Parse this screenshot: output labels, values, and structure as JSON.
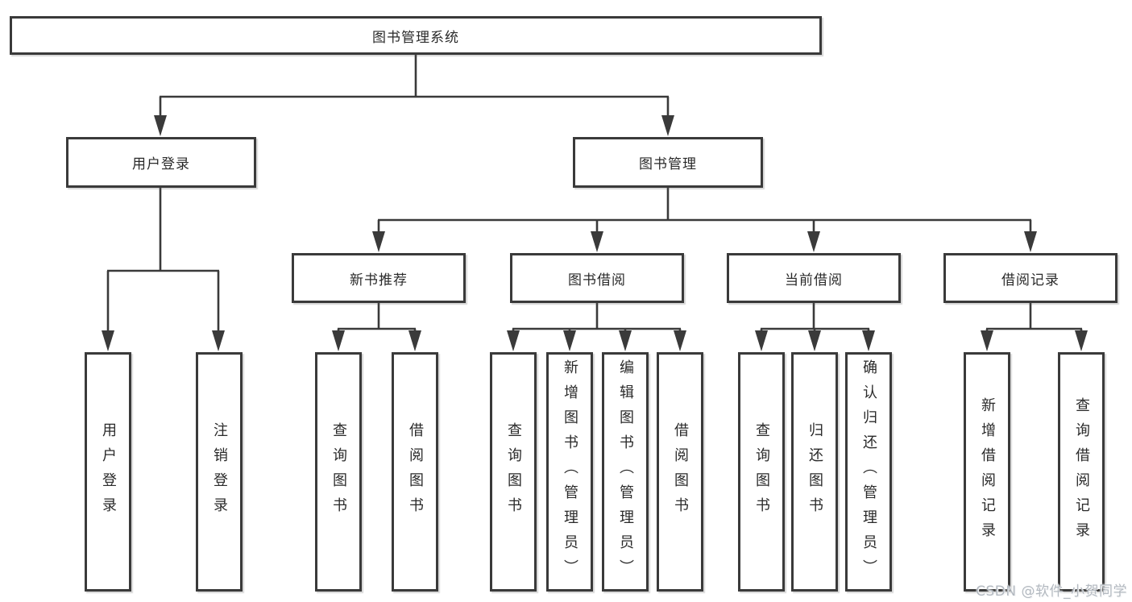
{
  "colors": {
    "background": "#ffffff",
    "line": "#3a3a3a",
    "box_border": "#3a3a3a",
    "text": "#2a2a2a",
    "watermark": "#b3b9c0"
  },
  "diagram": {
    "root": {
      "label": "图书管理系统"
    },
    "level2": [
      {
        "label": "用户登录"
      },
      {
        "label": "图书管理"
      }
    ],
    "level3": [
      {
        "label": "新书推荐"
      },
      {
        "label": "图书借阅"
      },
      {
        "label": "当前借阅"
      },
      {
        "label": "借阅记录"
      }
    ],
    "leaves": [
      {
        "label": "用户登录"
      },
      {
        "label": "注销登录"
      },
      {
        "label": "查询图书"
      },
      {
        "label": "借阅图书"
      },
      {
        "label": "查询图书"
      },
      {
        "label": "新增图书（管理员）"
      },
      {
        "label": "编辑图书（管理员）"
      },
      {
        "label": "借阅图书"
      },
      {
        "label": "查询图书"
      },
      {
        "label": "归还图书"
      },
      {
        "label": "确认归还（管理员）"
      },
      {
        "label": "新增借阅记录"
      },
      {
        "label": "查询借阅记录"
      }
    ]
  },
  "watermark": {
    "text": "CSDN @软件_小贺同学"
  }
}
